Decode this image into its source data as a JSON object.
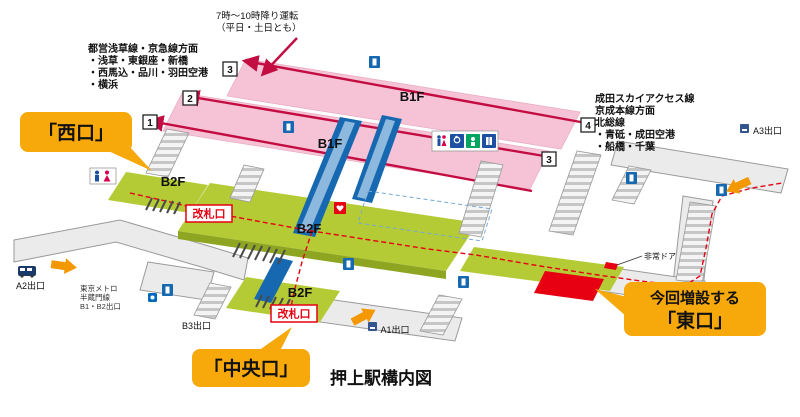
{
  "diagram_title": "押上駅構内図",
  "top_note": {
    "line1": "7時～10時降り運転",
    "line2": "（平日・土日とも）"
  },
  "west_directions": {
    "line1": "都営浅草線・京急線方面",
    "line2": "・浅草・東銀座・新橋",
    "line3": "・西馬込・品川・羽田空港",
    "line4": "・横浜"
  },
  "east_directions": {
    "line1": "成田スカイアクセス線",
    "line2": "京成本線方面",
    "line3": "北総線",
    "line4": "・青砥・成田空港",
    "line5": "・船橋・千葉"
  },
  "callouts": {
    "west": "「西口」",
    "central": "「中央口」",
    "east_line1": "今回増設する",
    "east_line2": "「東口」"
  },
  "labels": {
    "b1f": "B1F",
    "b2f": "B2F",
    "ticket_gate": "改札口",
    "emergency_door": "非常ドア"
  },
  "exits": {
    "a1": "A1出口",
    "a2": "A2出口",
    "a3": "A3出口",
    "b3": "B3出口"
  },
  "metro_note": {
    "line1": "東京メトロ",
    "line2": "半蔵門線",
    "line3": "B1・B2出口"
  },
  "track_numbers": {
    "t1": "1",
    "t2": "2",
    "t3": "3",
    "t4": "4"
  },
  "colors": {
    "platform_pink": "#f5c3d5",
    "concourse_green": "#b5cb36",
    "accent_red": "#e60012",
    "track_line_red": "#c30d42",
    "callout_orange": "#f7a80b",
    "escalator_blue": "#1668b0"
  }
}
